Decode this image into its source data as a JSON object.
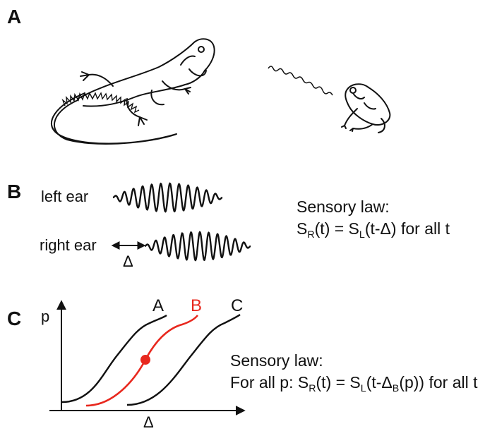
{
  "panels": {
    "a": {
      "letter": "A"
    },
    "b": {
      "letter": "B",
      "left_label": "left ear",
      "right_label": "right ear",
      "delta_label": "Δ",
      "law_title": "Sensory law:",
      "law_eq_prefix": "S",
      "law_eq_sub_r": "R",
      "law_eq_mid": "(t) = S",
      "law_eq_sub_l": "L",
      "law_eq_tail": "(t-Δ) for all t"
    },
    "c": {
      "letter": "C",
      "y_axis_label": "p",
      "x_axis_label": "Δ",
      "curve_labels": [
        "A",
        "B",
        "C"
      ],
      "law_title": "Sensory law:",
      "law_eq_prefix": "For all p: S",
      "law_eq_sub_r": "R",
      "law_eq_mid": "(t) = S",
      "law_eq_sub_l": "L",
      "law_eq_mid2": "(t-Δ",
      "law_eq_sub_b": "B",
      "law_eq_tail": "(p)) for all t"
    }
  },
  "colors": {
    "ink": "#111111",
    "highlight": "#e8281e"
  },
  "icons": [
    "iguana-icon",
    "frog-icon"
  ]
}
